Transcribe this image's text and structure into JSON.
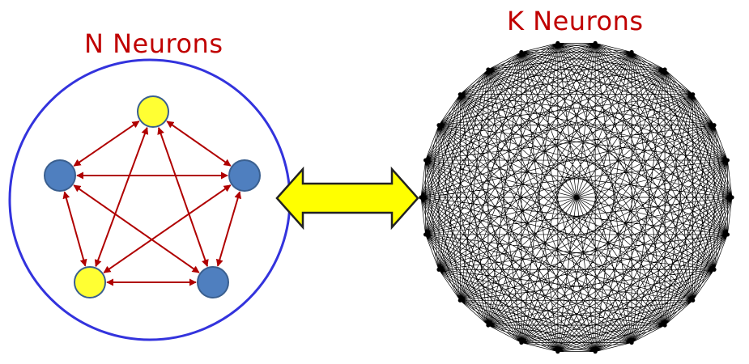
{
  "left_panel": {
    "title": "N Neurons",
    "neurons": [
      {
        "state": "yellow"
      },
      {
        "state": "blue"
      },
      {
        "state": "blue"
      },
      {
        "state": "yellow"
      },
      {
        "state": "blue"
      }
    ]
  },
  "right_panel": {
    "title": "K Neurons",
    "neuron_count": 26
  },
  "colors": {
    "title_text": "#c00000",
    "container_circle": "#3333dd",
    "connection_arrow": "#b00000",
    "neuron_yellow": "#ffff33",
    "neuron_blue": "#4f7fbf",
    "neuron_outline": "#3a5f8f",
    "link_arrow_fill": "#ffff00",
    "link_arrow_stroke": "#222222",
    "network_line": "#000000"
  },
  "connector": {
    "icon": "double-headed-arrow-icon"
  }
}
